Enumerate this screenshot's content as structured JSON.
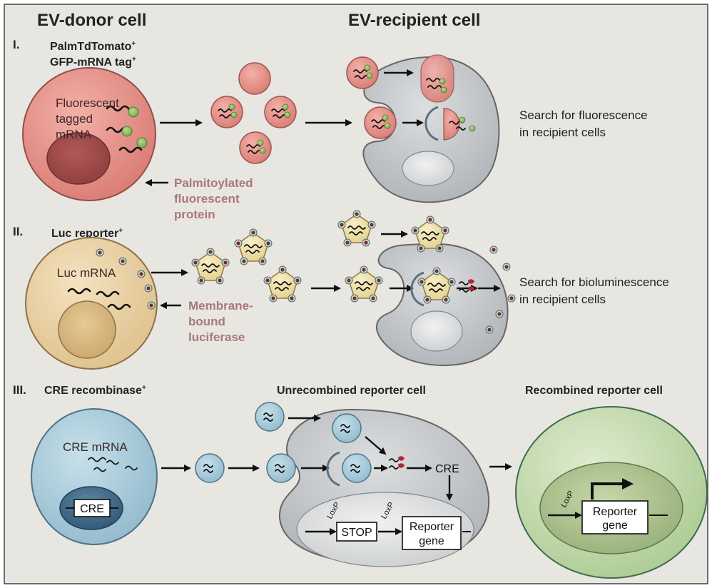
{
  "headers": {
    "donor": "EV-donor cell",
    "recipient": "EV-recipient cell"
  },
  "section1": {
    "numeral": "I.",
    "tag_line1": "PalmTdTomato",
    "tag_line1_sup": "+",
    "tag_line2": "GFP-mRNA tag",
    "tag_line2_sup": "+",
    "cell_label_1": "Fluorescent",
    "cell_label_2": "tagged",
    "cell_label_3": "mRNA",
    "callout_1": "Palmitoylated",
    "callout_2": "fluorescent",
    "callout_3": "protein",
    "readout_1": "Search for fluorescence",
    "readout_2": "in recipient cells"
  },
  "section2": {
    "numeral": "II.",
    "tag": "Luc reporter",
    "tag_sup": "+",
    "cell_label": "Luc mRNA",
    "callout_1": "Membrane-",
    "callout_2": "bound",
    "callout_3": "luciferase",
    "readout_1": "Search for bioluminescence",
    "readout_2": "in recipient cells"
  },
  "section3": {
    "numeral": "III.",
    "tag": "CRE recombinase",
    "tag_sup": "+",
    "unrecombined": "Unrecombined reporter cell",
    "recombined": "Recombined reporter cell",
    "cell_label": "CRE mRNA",
    "cre_box": "CRE",
    "cre_text": "CRE",
    "loxp": "LoxP",
    "stop": "STOP",
    "reporter_1": "Reporter",
    "reporter_2": "gene"
  },
  "colors": {
    "donor_red": "#e8908a",
    "ev_yellow": "#efe0a8",
    "donor_tan": "#e9cfa0",
    "cre_blue": "#a9ccdc",
    "recipient_gray": "#c6c9cc",
    "recombined_green": "#c7dcb0",
    "background": "#e8e6e1"
  }
}
